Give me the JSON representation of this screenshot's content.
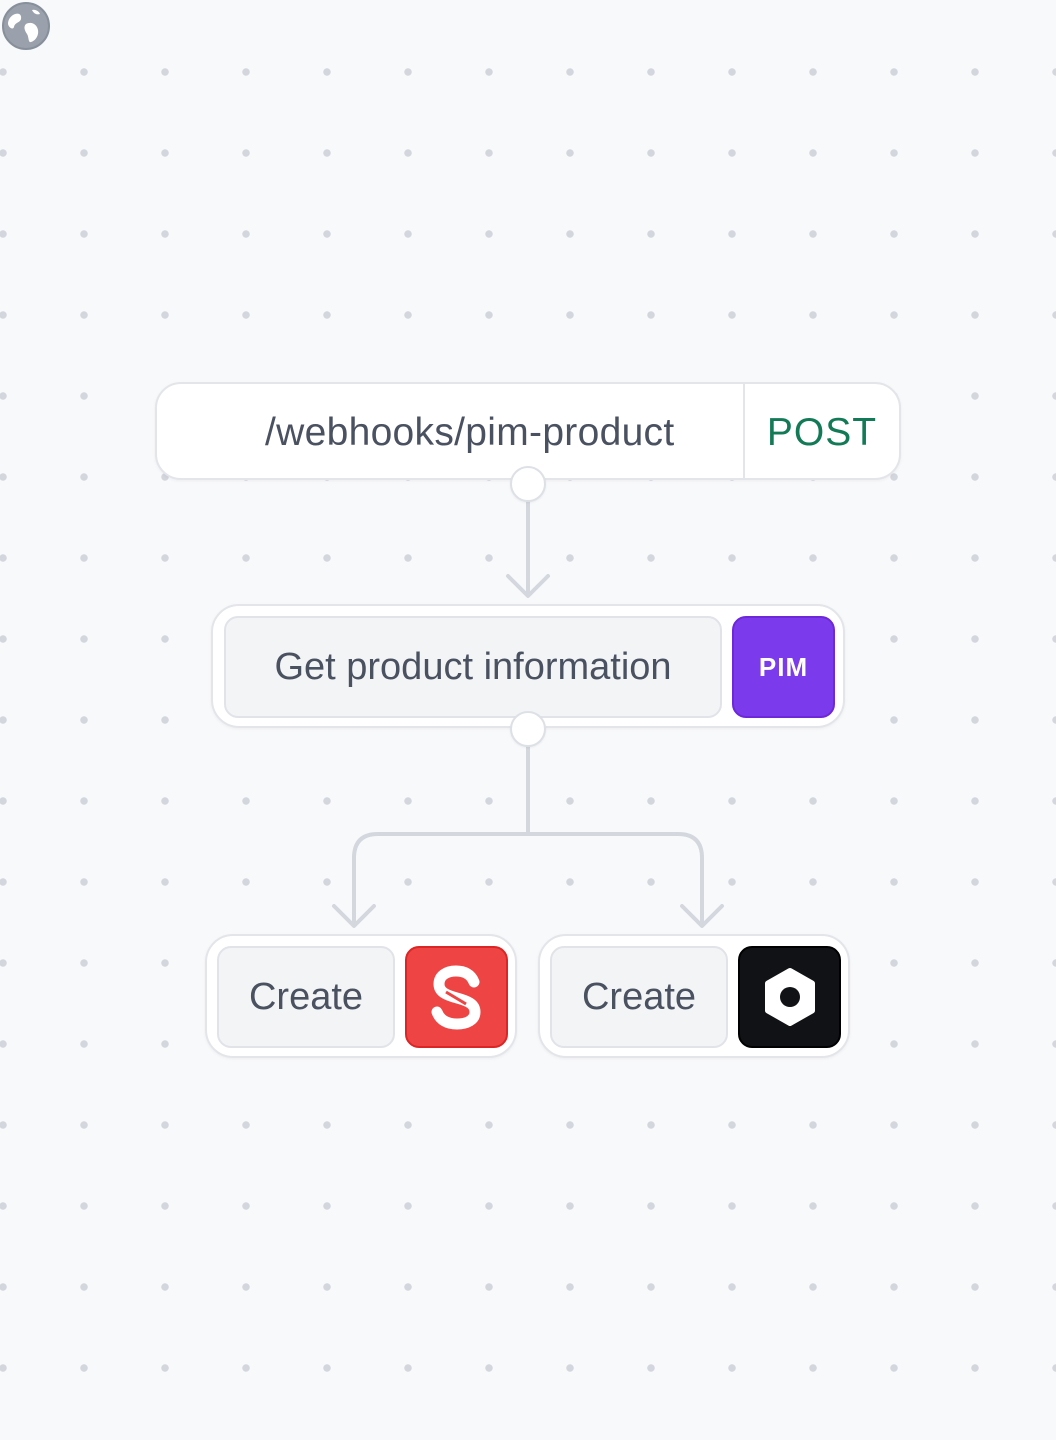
{
  "trigger": {
    "icon": "globe-icon",
    "path": "/webhooks/pim-product",
    "method": "POST",
    "method_color": "#137a57"
  },
  "step": {
    "label": "Get product information",
    "badge_label": "PIM",
    "badge_color": "#7c3aed"
  },
  "actions": [
    {
      "label": "Create",
      "icon": "s-logo-icon",
      "badge_color": "#ef4444"
    },
    {
      "label": "Create",
      "icon": "hexagon-logo-icon",
      "badge_color": "#111216"
    }
  ],
  "edges": [
    {
      "from": "trigger",
      "to": "step"
    },
    {
      "from": "step",
      "to": "action-1"
    },
    {
      "from": "step",
      "to": "action-2"
    }
  ]
}
